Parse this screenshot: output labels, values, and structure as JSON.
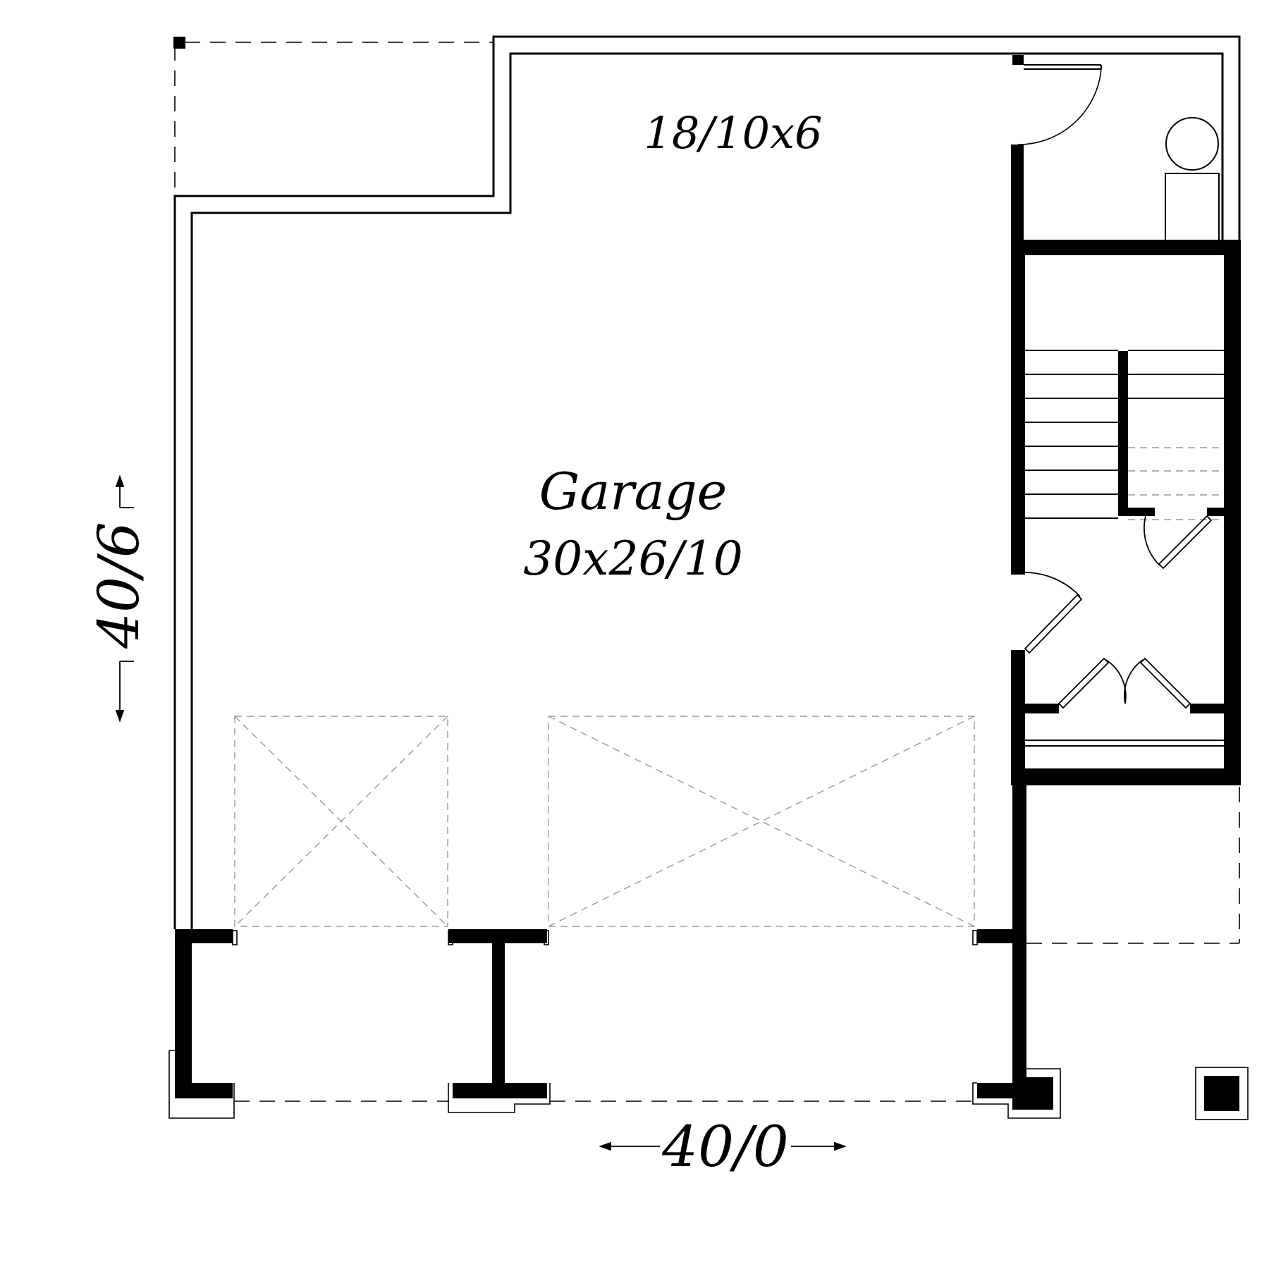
{
  "diagram": {
    "kind": "floor-plan",
    "rooms": {
      "top_bay": {
        "dimension": "18/10x6"
      },
      "garage": {
        "name": "Garage",
        "dimension": "30x26/10"
      }
    },
    "overall_dimensions": {
      "depth": "40/6",
      "width": "40/0"
    },
    "colors": {
      "ink": "#000000",
      "hidden_line": "#9a9a9a",
      "background": "#ffffff"
    }
  }
}
